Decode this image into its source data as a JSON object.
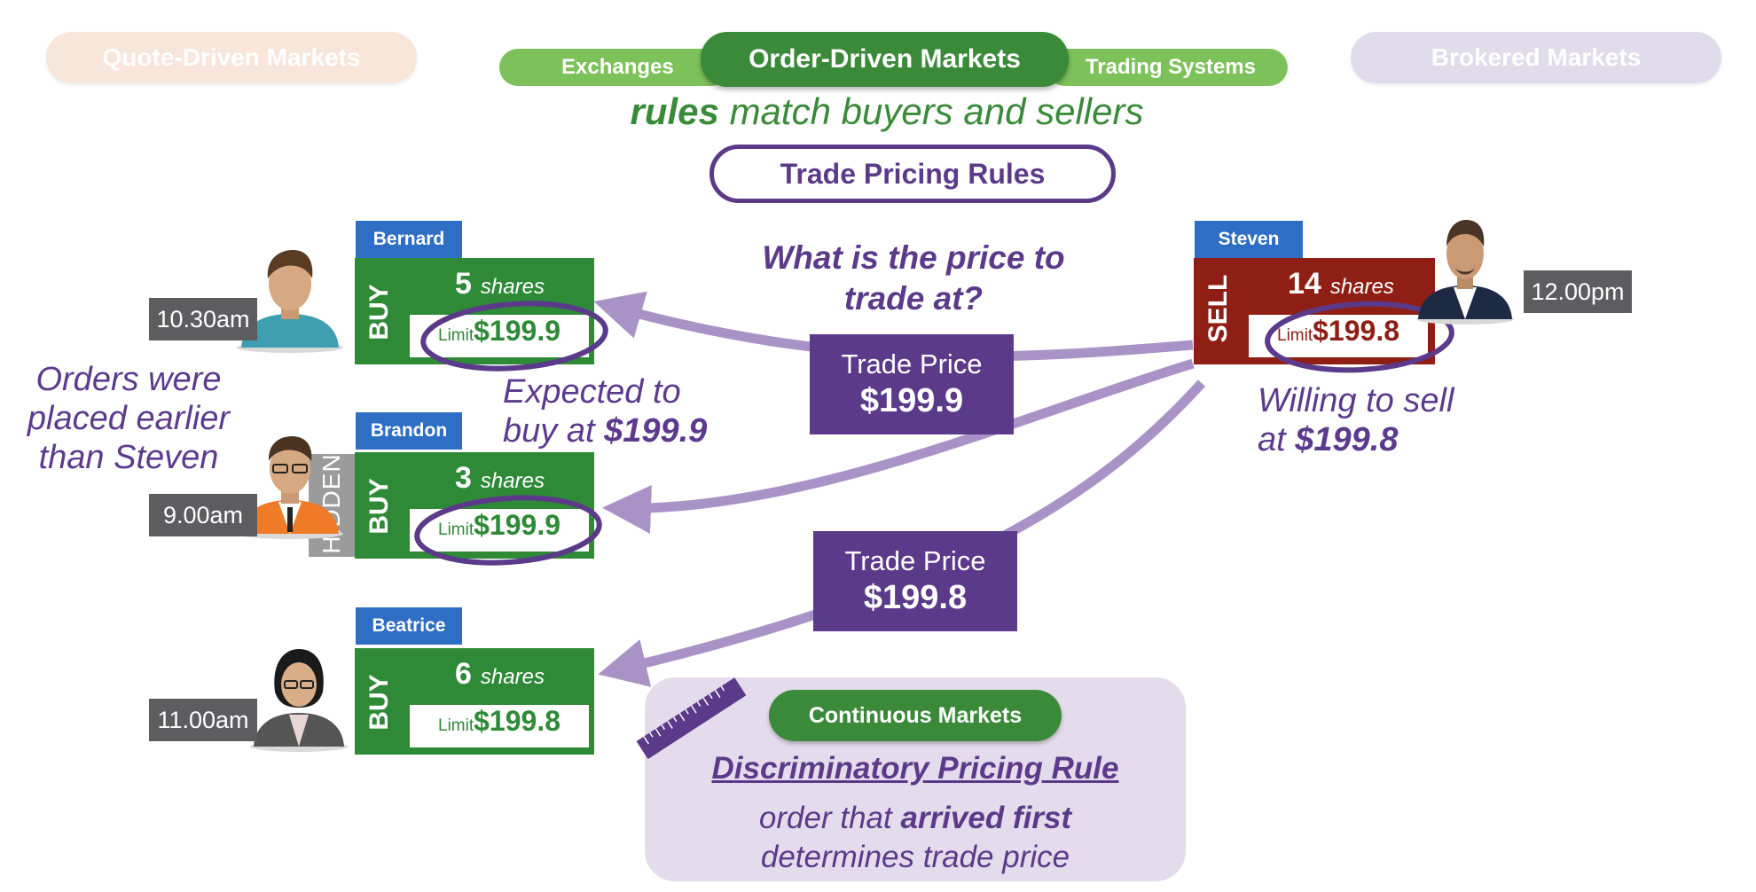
{
  "tabs": {
    "quote_driven": "Quote-Driven Markets",
    "exchanges": "Exchanges",
    "order_driven": "Order-Driven Markets",
    "trading_systems": "Trading Systems",
    "brokered": "Brokered Markets"
  },
  "subtitle": {
    "emph": "rules",
    "rest": " match buyers and sellers"
  },
  "rules_title": "Trade Pricing Rules",
  "question": "What is the price to trade at?",
  "question_line1": "What is the price to",
  "question_line2": "trade at?",
  "orders": {
    "bernard": {
      "name": "Bernard",
      "side": "BUY",
      "shares": "5",
      "shares_word": "shares",
      "limit_word": "Limit",
      "limit": "$199.9",
      "time": "10.30am"
    },
    "brandon": {
      "name": "Brandon",
      "side": "BUY",
      "shares": "3",
      "shares_word": "shares",
      "limit_word": "Limit",
      "limit": "$199.9",
      "time": "9.00am",
      "hidden": "HIDDEN"
    },
    "beatrice": {
      "name": "Beatrice",
      "side": "BUY",
      "shares": "6",
      "shares_word": "shares",
      "limit_word": "Limit",
      "limit": "$199.8",
      "time": "11.00am"
    },
    "steven": {
      "name": "Steven",
      "side": "SELL",
      "shares": "14",
      "shares_word": "shares",
      "limit_word": "Limit",
      "limit": "$199.8",
      "time": "12.00pm"
    }
  },
  "notes": {
    "earlier_1": "Orders were",
    "earlier_2": "placed earlier",
    "earlier_3": "than Steven",
    "expected_1": "Expected to",
    "expected_2a": "buy at ",
    "expected_2b": "$199.9",
    "willing_1": "Willing to sell",
    "willing_2a": "at ",
    "willing_2b": "$199.8"
  },
  "trade_prices": [
    {
      "label": "Trade Price",
      "value": "$199.9"
    },
    {
      "label": "Trade Price",
      "value": "$199.8"
    }
  ],
  "bottom": {
    "badge": "Continuous Markets",
    "rule_title": "Discriminatory Pricing Rule",
    "desc_1a": "order that ",
    "desc_1b": "arrived first",
    "desc_2": "determines trade price"
  },
  "colors": {
    "green_dark": "#3a8a3a",
    "green_light": "#7dc15a",
    "purple": "#5b3a8a",
    "purple_light": "#a993c6",
    "buy_green": "#2f8a37",
    "sell_red": "#8f1f14",
    "name_blue": "#2e6ec4",
    "time_grey": "#5d5d60"
  }
}
